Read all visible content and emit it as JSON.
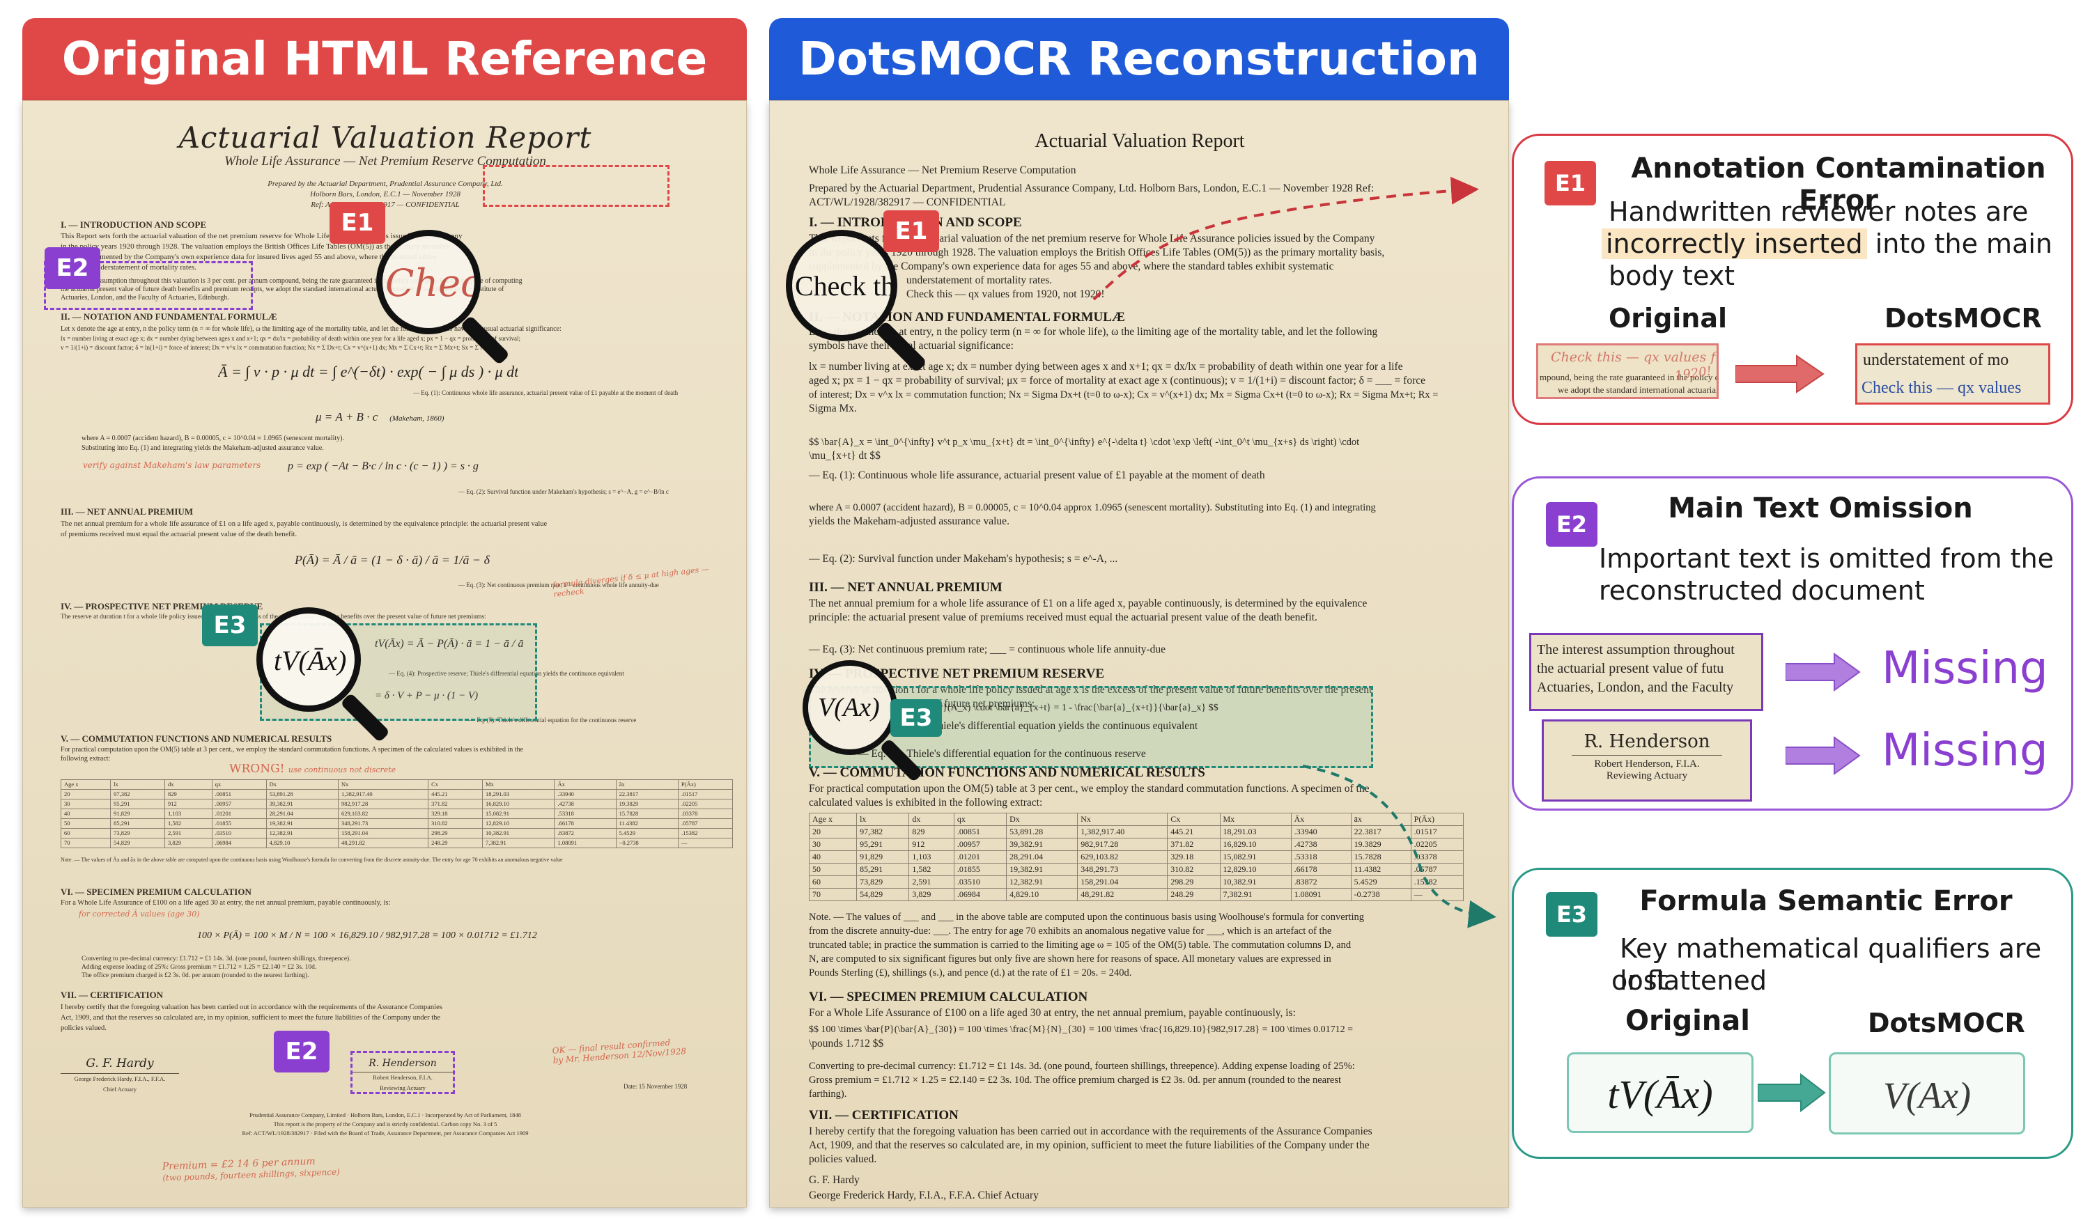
{
  "panels": {
    "left_title": "Original HTML Reference",
    "right_title": "DotsMOCR Reconstruction"
  },
  "colors": {
    "red": "#e04848",
    "blue": "#1f5bd8",
    "purple": "#8a3fd0",
    "teal": "#1f8a7a"
  },
  "tags": {
    "e1": "E1",
    "e2": "E2",
    "e3": "E3"
  },
  "original": {
    "title": "Actuarial Valuation Report",
    "subtitle": "Whole Life Assurance — Net Premium Reserve Computation",
    "prepared": "Prepared by the Actuarial Department, Prudential Assurance Company, Ltd.",
    "address": "Holborn Bars, London, E.C.1 — November 1928",
    "ref": "Ref: ACT/WL/1928/382917 — CONFIDENTIAL",
    "s1": "I. — INTRODUCTION AND SCOPE",
    "s1_body": [
      "This Report sets forth the actuarial valuation of the net premium reserve for Whole Life Assurance policies issued by the Company",
      "in the policy years 1920 through 1928. The valuation employs the British Offices Life Tables (OM(5)) as the primary mortality",
      "basis, supplemented by the Company's own experience data for insured lives aged 55 and above, where the standard tables",
      "exhibit an understatement of mortality rates.",
      "The interest assumption throughout this valuation is 3 per cent. per annum compound, being the rate guaranteed in the policy contracts. For the purpose of computing",
      "the actuarial present value of future death benefits and premium receipts, we adopt the standard international actuarial notation as sanctioned by the Institute of",
      "Actuaries, London, and the Faculty of Actuaries, Edinburgh."
    ],
    "s2": "II. — NOTATION AND FUNDAMENTAL FORMULÆ",
    "s2_body": [
      "Let x denote the age at entry, n the policy term (n = ∞ for whole life), ω the limiting age of the mortality table, and let the following symbols have their usual actuarial significance:",
      "lx = number living at exact age x; dx = number dying between ages x and x+1; qx = dx/lx = probability of death within one year for a life aged x; px = 1 − qx = probability of survival;",
      "v = 1/(1+i) = discount factor; δ = ln(1+i) = force of interest; Dx = v^x lx = commutation function; Nx = Σ Dx+t; Cx = v^(x+1) dx; Mx = Σ Cx+t; Rx = Σ Mx+t; Sx = Σ Nx+t."
    ],
    "f1": "Ā = ∫ v · p · μ dt = ∫ e^(−δt) · exp( − ∫ μ ds ) · μ dt",
    "eq1": "— Eq. (1): Continuous whole life assurance, actuarial present value of £1 payable at the moment of death",
    "f2": "μ = A + B · c",
    "makeham": "(Makeham, 1860)",
    "where": "where A = 0.0007 (accident hazard), B = 0.00005, c = 10^0.04 ≈ 1.0965 (senescent mortality).",
    "subst": "Substituting into Eq. (1) and integrating yields the Makeham-adjusted assurance value.",
    "f3": "p = exp ( −At − B·c / ln c · (c − 1) ) = s · g",
    "eq2": "— Eq. (2): Survival function under Makeham's hypothesis; s = e^−A, g = e^−B/ln c",
    "note_verify": "verify against Makeham's law parameters",
    "s3": "III. — NET ANNUAL PREMIUM",
    "s3_body": [
      "The net annual premium for a whole life assurance of £1 on a life aged x, payable continuously, is determined by the equivalence principle: the actuarial present value",
      "of premiums received must equal the actuarial present value of the death benefit."
    ],
    "f4": "P(Ā) = Ā / ā = (1 − δ · ā) / ā = 1/ā − δ",
    "eq3": "— Eq. (3): Net continuous premium rate; ā = continuous whole life annuity-due",
    "note_diverge": "formula diverges if δ ≤ μ at high ages — recheck",
    "s4": "IV. — PROSPECTIVE NET PREMIUM RESERVE",
    "s4_body": "The reserve at duration t for a whole life policy issued at age x is the excess of the present value of future benefits over the present value of future net premiums:",
    "f5a": "tV(Āx)",
    "f5": "= Ā − P(Ā) · ā = 1 − ā / ā",
    "eq4": "— Eq. (4): Prospective reserve; Thiele's differential equation yields the continuous equivalent",
    "f6": "= δ · V + P − μ · (1 − V)",
    "eq5": "— Eq. (5): Thiele's differential equation for the continuous reserve",
    "s5": "V. — COMMUTATION FUNCTIONS AND NUMERICAL RESULTS",
    "s5_body": [
      "For practical computation upon the OM(5) table at 3 per cent., we employ the standard commutation functions. A specimen of the calculated values is exhibited in the",
      "following extract:"
    ],
    "note_wrong": "WRONG!",
    "note_wrong2": "use continuous not discrete",
    "table_head": [
      "Age x",
      "lx",
      "dx",
      "qx",
      "Dx",
      "Nx",
      "Cx",
      "Mx",
      "Āx",
      "āx",
      "P(Āx)"
    ],
    "table_rows": [
      [
        "20",
        "97,382",
        "829",
        ".00851",
        "53,891.28",
        "1,382,917.40",
        "445.21",
        "18,291.03",
        ".33940",
        "22.3817",
        ".01517"
      ],
      [
        "30",
        "95,291",
        "912",
        ".00957",
        "39,382.91",
        "982,917.28",
        "371.82",
        "16,829.10",
        ".42738",
        "19.3829",
        ".02205"
      ],
      [
        "40",
        "91,829",
        "1,103",
        ".01201",
        "28,291.04",
        "629,103.82",
        "329.18",
        "15,082.91",
        ".53318",
        "15.7828",
        ".03378"
      ],
      [
        "50",
        "85,291",
        "1,582",
        ".01855",
        "19,382.91",
        "348,291.73",
        "310.82",
        "12,829.10",
        ".66178",
        "11.4382",
        ".05787"
      ],
      [
        "60",
        "73,829",
        "2,591",
        ".03510",
        "12,382.91",
        "158,291.04",
        "298.29",
        "10,382.91",
        ".83872",
        "5.4529",
        ".15382"
      ],
      [
        "70",
        "54,829",
        "3,829",
        ".06984",
        "4,829.10",
        "48,291.82",
        "248.29",
        "7,382.91",
        "1.08091",
        "−0.2738",
        "—"
      ]
    ],
    "note_table": "Note. — The values of Āx and āx in the above table are computed upon the continuous basis using Woolhouse's formula for converting from the discrete annuity-due. The entry for age 70 exhibits an anomalous negative value",
    "s6": "VI. — SPECIMEN PREMIUM CALCULATION",
    "s6_body": "For a Whole Life Assurance of £100 on a life aged 30 at entry, the net annual premium, payable continuously, is:",
    "note_corrected": "for corrected Ā values (age 30)",
    "f7": "100 × P(Ā) = 100 × M / N = 100 × 16,829.10 / 982,917.28 = 100 × 0.01712 = £1.712",
    "s6_conv": [
      "Converting to pre-decimal currency: £1.712 = £1 14s. 3d. (one pound, fourteen shillings, threepence).",
      "Adding expense loading of 25%: Gross premium = £1.712 × 1.25 = £2.140 = £2 3s. 10d.",
      "The office premium charged is £2 3s. 0d. per annum (rounded to the nearest farthing)."
    ],
    "s7": "VII. — CERTIFICATION",
    "s7_body": [
      "I hereby certify that the foregoing valuation has been carried out in accordance with the requirements of the Assurance Companies",
      "Act, 1909, and that the reserves so calculated are, in my opinion, sufficient to meet the future liabilities of the Company under the",
      "policies valued."
    ],
    "sig1": "G. F. Hardy",
    "sig1_sub": "George Frederick Hardy, F.I.A., F.F.A.",
    "sig1_role": "Chief Actuary",
    "sig2": "R. Henderson",
    "sig2_sub": "Robert Henderson, F.I.A.",
    "sig2_role": "Reviewing Actuary",
    "date": "Date: 15 November 1928",
    "ok_note": "OK — final result confirmed",
    "ok_by": "by Mr. Henderson 12/Nov/1928",
    "footer": [
      "Prudential Assurance Company, Limited · Holborn Bars, London, E.C.1 · Incorporated by Act of Parliament, 1848",
      "This report is the property of the Company and is strictly confidential. Carbon copy No. 3 of 5",
      "Ref: ACT/WL/1928/382917 · Filed with the Board of Trade, Assurance Department, per Assurance Companies Act 1909"
    ],
    "premium_note": "Premium = £2 14 6 per annum",
    "premium_note2": "(two pounds, fourteen shillings, sixpence)"
  },
  "recon": {
    "title": "Actuarial Valuation Report",
    "subtitle": "Whole Life Assurance — Net Premium Reserve Computation",
    "prepared": "Prepared by the Actuarial Department, Prudential Assurance Company, Ltd. Holborn Bars, London, E.C.1 — November 1928 Ref:",
    "prepared2": "ACT/WL/1928/382917 — CONFIDENTIAL",
    "s1": "I. — INTRODUCTION AND SCOPE",
    "s1_body": [
      "This Report sets forth the actuarial valuation of the net premium reserve for Whole Life Assurance policies issued by the Company",
      "in the policy years 1920 through 1928. The valuation employs the British Offices Life Tables (OM(5)) as the primary mortality basis,",
      "supplemented by the Company's own experience data for ages 55 and above, where the standard tables exhibit systematic",
      "understatement of mortality rates.",
      "Check this — qx values from 1920, not 1920!"
    ],
    "s2": "II. — NOTATION AND FUNDAMENTAL FORMULÆ",
    "s2_body": [
      "Let x denote the age at entry, n the policy term (n = ∞ for whole life), ω the limiting age of the mortality table, and let the following",
      "symbols have their usual actuarial significance:",
      "lx = number living at exact age x; dx = number dying between ages x and x+1; qx = dx/lx = probability of death within one year for a life",
      "aged x; px = 1 − qx = probability of survival; μx = force of mortality at exact age x (continuous); v = 1/(1+i) = discount factor; δ = ___ = force",
      "of interest; Dx = v^x lx = commutation function; Nx = Sigma Dx+t (t=0 to ω-x); Cx = v^(x+1) dx; Mx = Sigma Cx+t (t=0 to ω-x); Rx = Sigma Mx+t; Rx =",
      "Sigma Mx."
    ],
    "latex1": "$$ \\bar{A}_x = \\int_0^{\\infty} v^t p_x \\mu_{x+t} dt = \\int_0^{\\infty} e^{-\\delta t} \\cdot \\exp \\left( -\\int_0^t \\mu_{x+s} ds \\right) \\cdot",
    "latex1b": "\\mu_{x+t} dt $$",
    "eq1": "— Eq. (1): Continuous whole life assurance, actuarial present value of £1 payable at the moment of death",
    "where": "where A = 0.0007 (accident hazard), B = 0.00005, c = 10^0.04 approx 1.0965 (senescent mortality). Substituting into Eq. (1) and integrating",
    "where2": "yields the Makeham-adjusted assurance value.",
    "eq2": "— Eq. (2): Survival function under Makeham's hypothesis; s = e^-A, ...",
    "s3": "III. — NET ANNUAL PREMIUM",
    "s3_body": [
      "The net annual premium for a whole life assurance of £1 on a life aged x, payable continuously, is determined by the equivalence",
      "principle: the actuarial present value of premiums received must equal the actuarial present value of the death benefit."
    ],
    "eq3": "— Eq. (3): Net continuous premium rate; ___ = continuous whole life annuity-due",
    "s4": "IV. — PROSPECTIVE NET PREMIUM RESERVE",
    "s4_body": "The reserve at duration t for a whole life policy issued at age x is the excess of the present value of future benefits over the present",
    "s4_body2": "value of future net premiums:",
    "latex2": "{x+t} - \\bar{P}(A_x) \\cdot \\bar{a}_{x+t} = 1 - \\frac{\\bar{a}_{x+t}}{\\bar{a}_x} $$",
    "eq4": "Thiele's differential equation yields the continuous equivalent",
    "eq5": "— Eq. (5): Thiele's differential equation for the continuous reserve",
    "s5": "V. — COMMUTATION FUNCTIONS AND NUMERICAL RESULTS",
    "s5_body": [
      "For practical computation upon the OM(5) table at 3 per cent., we employ the standard commutation functions. A specimen of the",
      "calculated values is exhibited in the following extract:"
    ],
    "table_head": [
      "Age x",
      "lx",
      "dx",
      "qx",
      "Dx",
      "Nx",
      "Cx",
      "Mx",
      "Āx",
      "āx",
      "P(Āx)"
    ],
    "table_rows": [
      [
        "20",
        "97,382",
        "829",
        ".00851",
        "53,891.28",
        "1,382,917.40",
        "445.21",
        "18,291.03",
        ".33940",
        "22.3817",
        ".01517"
      ],
      [
        "30",
        "95,291",
        "912",
        ".00957",
        "39,382.91",
        "982,917.28",
        "371.82",
        "16,829.10",
        ".42738",
        "19.3829",
        ".02205"
      ],
      [
        "40",
        "91,829",
        "1,103",
        ".01201",
        "28,291.04",
        "629,103.82",
        "329.18",
        "15,082.91",
        ".53318",
        "15.7828",
        ".03378"
      ],
      [
        "50",
        "85,291",
        "1,582",
        ".01855",
        "19,382.91",
        "348,291.73",
        "310.82",
        "12,829.10",
        ".66178",
        "11.4382",
        ".05787"
      ],
      [
        "60",
        "73,829",
        "2,591",
        ".03510",
        "12,382.91",
        "158,291.04",
        "298.29",
        "10,382.91",
        ".83872",
        "5.4529",
        ".15382"
      ],
      [
        "70",
        "54,829",
        "3,829",
        ".06984",
        "4,829.10",
        "48,291.82",
        "248.29",
        "7,382.91",
        "1.08091",
        "-0.2738",
        "—"
      ]
    ],
    "note_table": [
      "Note. — The values of ___ and ___ in the above table are computed upon the continuous basis using Woolhouse's formula for converting",
      "from the discrete annuity-due: ___. The entry for age 70 exhibits an anomalous negative value for ___, which is an artefact of the",
      "truncated table; in practice the summation is carried to the limiting age ω = 105 of the OM(5) table. The commutation columns D, and",
      "N, are computed to six significant figures but only five are shown here for reasons of space. All monetary values are expressed in",
      "Pounds Sterling (£), shillings (s.), and pence (d.) at the rate of £1 = 20s. = 240d."
    ],
    "s6": "VI. — SPECIMEN PREMIUM CALCULATION",
    "s6_body": "For a Whole Life Assurance of £100 on a life aged 30 at entry, the net annual premium, payable continuously, is:",
    "latex3": "$$ 100 \\times \\bar{P}(\\bar{A}_{30}) = 100 \\times \\frac{M}{N}_{30} = 100 \\times \\frac{16,829.10}{982,917.28} = 100 \\times 0.01712 =",
    "latex3b": "\\pounds 1.712 $$",
    "s6_conv": [
      "Converting to pre-decimal currency: £1.712 = £1 14s. 3d. (one pound, fourteen shillings, threepence). Adding expense loading of 25%:",
      "Gross premium = £1.712 × 1.25 = £2.140 = £2 3s. 10d. The office premium charged is £2 3s. 0d. per annum (rounded to the nearest",
      "farthing)."
    ],
    "s7": "VII. — CERTIFICATION",
    "s7_body": [
      "I hereby certify that the foregoing valuation has been carried out in accordance with the requirements of the Assurance Companies",
      "Act, 1909, and that the reserves so calculated are, in my opinion, sufficient to meet the future liabilities of the Company under the",
      "policies valued."
    ],
    "sig": "G. F. Hardy",
    "sig2": "George Frederick Hardy, F.I.A., F.F.A. Chief Actuary"
  },
  "zoom": {
    "check": "Check",
    "check_this": "Check this",
    "formula_orig": "tV(Āx)",
    "formula_recon": "V(Ax)"
  },
  "cards": {
    "e1": {
      "title": "Annotation Contamination Error",
      "desc1": "Handwritten reviewer notes are",
      "desc2_highlight": "incorrectly inserted",
      "desc2_rest": " into the main",
      "desc3": "body text",
      "label_left": "Original",
      "label_right": "DotsMOCR",
      "orig_line1": "Check this — qx values from",
      "orig_line2": "mpound, being the rate guaranteed in the policy cont",
      "orig_line3": "we adopt the standard international actuarial not",
      "orig_year": "1920!",
      "recon_line1": "understatement of mo",
      "recon_line2": "Check this — qx values"
    },
    "e2": {
      "title": "Main Text Omission",
      "desc1": "Important text is omitted from the",
      "desc2": "reconstructed document",
      "snip_line1": "The interest assumption throughout",
      "snip_line2": "the actuarial present value of futu",
      "snip_line3": "Actuaries, London, and the Faculty",
      "sig_name": "R. Henderson",
      "sig_sub": "Robert Henderson, F.I.A.",
      "sig_role": "Reviewing Actuary",
      "missing1": "Missing",
      "missing2": "Missing"
    },
    "e3": {
      "title": "Formula Semantic Error",
      "desc1": "Key mathematical qualifiers are lost",
      "desc2": "or flattened",
      "label_left": "Original",
      "label_right": "DotsMOCR",
      "formula_orig": "tV(Āx)",
      "formula_recon": "V(Ax)"
    }
  }
}
